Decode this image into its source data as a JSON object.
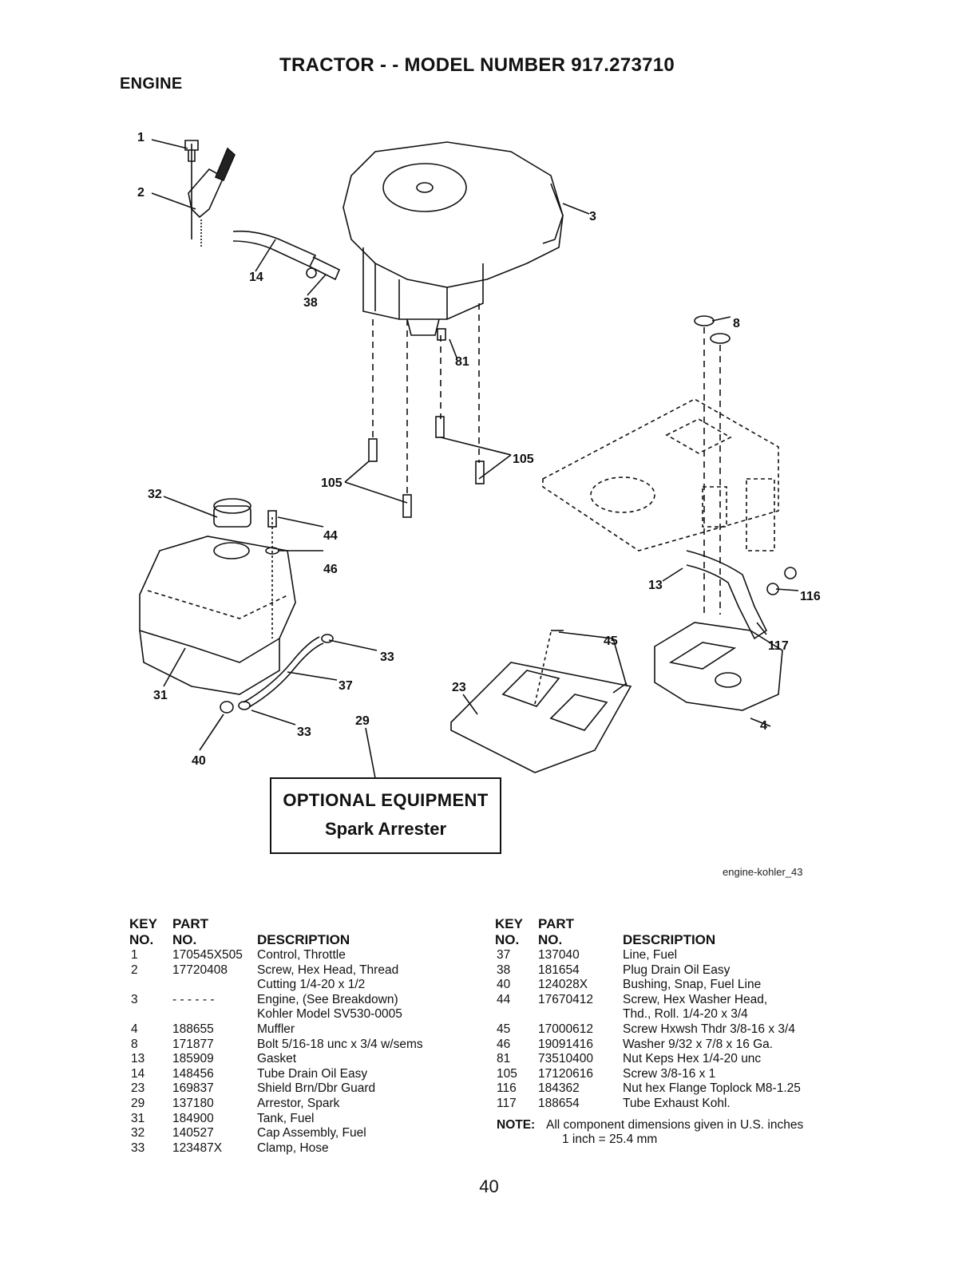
{
  "header": {
    "title": "TRACTOR - - MODEL NUMBER 917.273710",
    "section": "ENGINE"
  },
  "diagram": {
    "callouts": [
      "1",
      "2",
      "3",
      "4",
      "8",
      "13",
      "14",
      "23",
      "29",
      "31",
      "32",
      "33",
      "33",
      "37",
      "38",
      "40",
      "44",
      "45",
      "46",
      "81",
      "105",
      "105",
      "116",
      "117"
    ],
    "optional_box": {
      "title": "OPTIONAL EQUIPMENT",
      "subtitle": "Spark Arrester"
    },
    "drawing_id": "engine-kohler_43"
  },
  "table": {
    "headers": {
      "key_top": "KEY",
      "part_top": "PART",
      "key": "NO.",
      "part": "NO.",
      "description": "DESCRIPTION"
    },
    "left_rows": [
      {
        "key": "1",
        "part": "170545X505",
        "desc": "Control, Throttle"
      },
      {
        "key": "2",
        "part": "17720408",
        "desc": "Screw, Hex Head, Thread"
      },
      {
        "key": "",
        "part": "",
        "desc": "Cutting 1/4-20 x 1/2"
      },
      {
        "key": "3",
        "part": "- - - - - -",
        "desc": "Engine, (See Breakdown)"
      },
      {
        "key": "",
        "part": "",
        "desc": "Kohler Model SV530-0005"
      },
      {
        "key": "4",
        "part": "188655",
        "desc": "Muffler"
      },
      {
        "key": "8",
        "part": "171877",
        "desc": "Bolt 5/16-18 unc x 3/4 w/sems"
      },
      {
        "key": "13",
        "part": "185909",
        "desc": "Gasket"
      },
      {
        "key": "14",
        "part": "148456",
        "desc": "Tube Drain Oil Easy"
      },
      {
        "key": "23",
        "part": "169837",
        "desc": "Shield Brn/Dbr Guard"
      },
      {
        "key": "29",
        "part": "137180",
        "desc": "Arrestor, Spark"
      },
      {
        "key": "31",
        "part": "184900",
        "desc": "Tank, Fuel"
      },
      {
        "key": "32",
        "part": "140527",
        "desc": "Cap Assembly, Fuel"
      },
      {
        "key": "33",
        "part": "123487X",
        "desc": "Clamp, Hose"
      }
    ],
    "right_rows": [
      {
        "key": "37",
        "part": "137040",
        "desc": "Line, Fuel"
      },
      {
        "key": "38",
        "part": "181654",
        "desc": "Plug Drain Oil Easy"
      },
      {
        "key": "40",
        "part": "124028X",
        "desc": "Bushing, Snap, Fuel Line"
      },
      {
        "key": "44",
        "part": "17670412",
        "desc": "Screw, Hex Washer Head,"
      },
      {
        "key": "",
        "part": "",
        "desc": "Thd., Roll. 1/4-20 x 3/4"
      },
      {
        "key": "45",
        "part": "17000612",
        "desc": "Screw Hxwsh Thdr 3/8-16 x 3/4"
      },
      {
        "key": "46",
        "part": "19091416",
        "desc": "Washer  9/32 x 7/8 x 16 Ga."
      },
      {
        "key": "81",
        "part": "73510400",
        "desc": "Nut Keps Hex 1/4-20 unc"
      },
      {
        "key": "105",
        "part": "17120616",
        "desc": "Screw 3/8-16 x 1"
      },
      {
        "key": "116",
        "part": "184362",
        "desc": "Nut hex Flange Toplock M8-1.25"
      },
      {
        "key": "117",
        "part": "188654",
        "desc": "Tube Exhaust Kohl."
      }
    ],
    "note": {
      "label": "NOTE:",
      "line1": "All component dimensions given in U.S. inches",
      "line2": "1 inch = 25.4 mm"
    }
  },
  "footer": {
    "page_number": "40"
  }
}
